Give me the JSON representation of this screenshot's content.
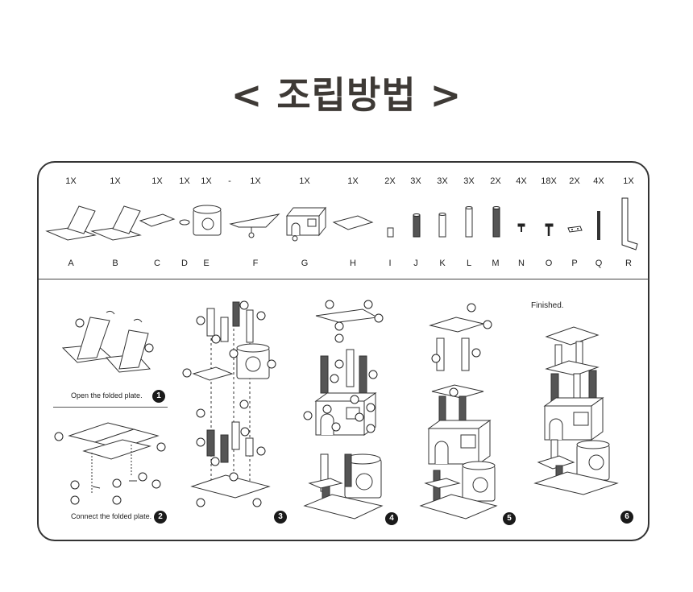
{
  "title": "< 조립방법 >",
  "parts": [
    {
      "letter": "A",
      "qty": "1X"
    },
    {
      "letter": "B",
      "qty": "1X"
    },
    {
      "letter": "C",
      "qty": "1X"
    },
    {
      "letter": "D",
      "qty": "1X"
    },
    {
      "letter": "E",
      "qty": "1X"
    },
    {
      "letter": "F",
      "qty": "1X"
    },
    {
      "letter": "G",
      "qty": "1X"
    },
    {
      "letter": "H",
      "qty": "1X"
    },
    {
      "letter": "I",
      "qty": "2X"
    },
    {
      "letter": "J",
      "qty": "3X"
    },
    {
      "letter": "K",
      "qty": "3X"
    },
    {
      "letter": "L",
      "qty": "3X"
    },
    {
      "letter": "M",
      "qty": "2X"
    },
    {
      "letter": "N",
      "qty": "4X"
    },
    {
      "letter": "O",
      "qty": "18X"
    },
    {
      "letter": "P",
      "qty": "2X"
    },
    {
      "letter": "Q",
      "qty": "4X"
    },
    {
      "letter": "R",
      "qty": "1X"
    }
  ],
  "dash": "-",
  "steps": {
    "s1_caption": "Open the folded plate.",
    "s2_caption": "Connect the folded plate.",
    "finished": "Finished.",
    "numbers": [
      "1",
      "2",
      "3",
      "4",
      "5",
      "6"
    ]
  }
}
